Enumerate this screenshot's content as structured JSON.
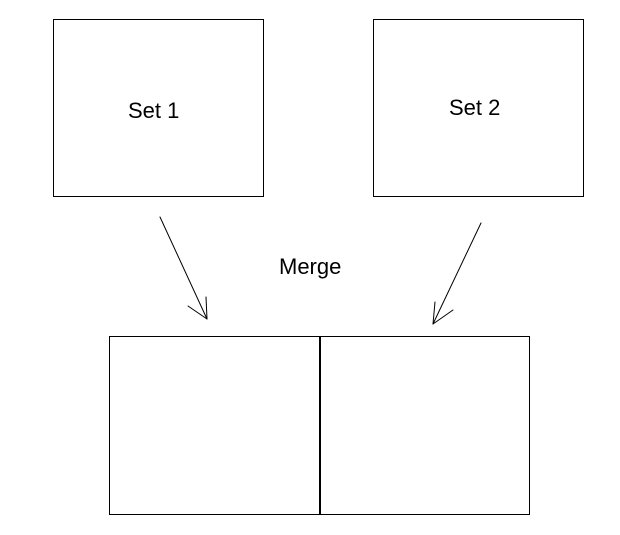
{
  "diagram": {
    "source_boxes": [
      {
        "label": "Set 1"
      },
      {
        "label": "Set 2"
      }
    ],
    "operation_label": "Merge",
    "result": {
      "parts": 2
    },
    "colors": {
      "stroke": "#000000",
      "background": "#ffffff"
    }
  }
}
